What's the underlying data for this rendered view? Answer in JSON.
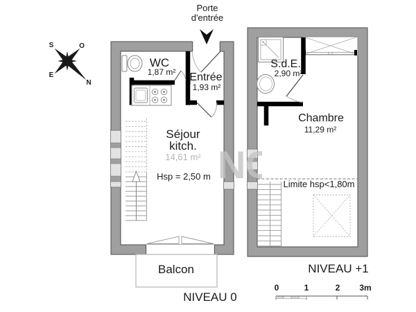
{
  "watermark": "NO",
  "porte_entree": {
    "line1": "Porte",
    "line2": "d'entrée"
  },
  "compass": {
    "n": "N",
    "s": "S",
    "e": "E",
    "o": "O"
  },
  "level0": {
    "label": "NIVEAU 0",
    "wc": {
      "name": "WC",
      "area": "1,87 m²"
    },
    "entree": {
      "name": "Entrée",
      "area": "1,93 m²"
    },
    "sejour": {
      "line1": "Séjour",
      "line2": "kitch.",
      "area": "14,61 m²",
      "ceiling_height": "Hsp = 2,50 m"
    },
    "balcon": {
      "name": "Balcon"
    }
  },
  "level1": {
    "label": "NIVEAU +1",
    "sde": {
      "name": "S.d.E.",
      "area": "2,90 m²"
    },
    "chambre": {
      "name": "Chambre",
      "area": "11,29 m²"
    },
    "limite_label": "Limite hsp<1,80m"
  },
  "scale_bar": {
    "ticks": [
      "0",
      "1",
      "2",
      "3m"
    ]
  },
  "colors": {
    "wall_fill": "#9f9f9f",
    "wall_outline": "#4d4d4d",
    "interior_wall": "#000000",
    "window_fill": "#e2e2e2",
    "fixture_line": "#888888",
    "text": "#1a1a1a",
    "faded_area_text": "#b3b3b3",
    "watermark": "#c3c3c3"
  }
}
